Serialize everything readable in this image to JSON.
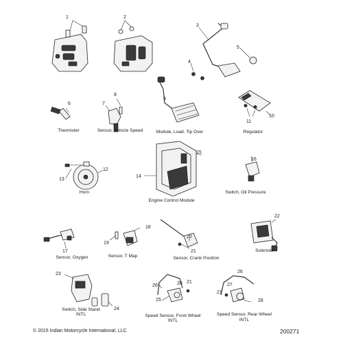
{
  "callouts": [
    "1",
    "2",
    "3",
    "4",
    "5",
    "6",
    "7",
    "8",
    "9",
    "10",
    "11",
    "12",
    "13",
    "14",
    "15",
    "16",
    "17",
    "18",
    "19",
    "20",
    "21",
    "22",
    "23",
    "24",
    "25",
    "26",
    "27",
    "28"
  ],
  "captions": {
    "thermister": "Thermister",
    "sensor_vehicle_speed": "Sensor, Vehicle Speed",
    "module_load_tip_over": "Module, Load, Tip Over",
    "regulator": "Regulator",
    "horn": "Horn",
    "engine_control_module": "Engine Control Module",
    "switch_oil_pressure": "Switch, Oil Pressure",
    "sensor_oxygen": "Sensor, Oxygen",
    "sensor_t_map": "Sensor, T Map",
    "sensor_crank_position": "Sensor, Crank Position",
    "solenoid": "Solenoid",
    "switch_side_stand": "Switch, Side Stand",
    "intl": "INTL",
    "speed_sensor_front_wheel": "Speed Sensor, Front Wheel",
    "speed_sensor_rear_wheel": "Speed Sensor, Rear Wheel"
  },
  "copyright": "© 2015 Indian Motorcycle International, LLC",
  "diagram_number": "200271"
}
